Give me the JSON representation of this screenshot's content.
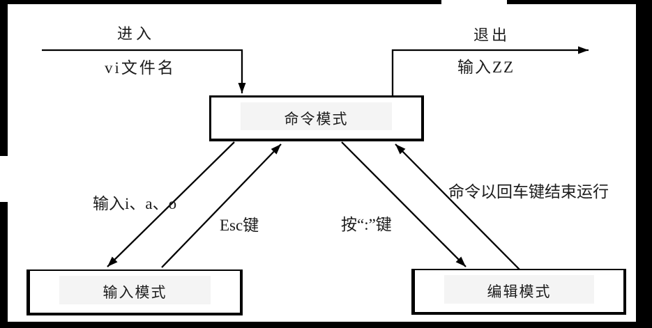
{
  "diagram": {
    "nodes": {
      "command_mode": {
        "label": "命令模式"
      },
      "input_mode": {
        "label": "输入模式"
      },
      "edit_mode": {
        "label": "编辑模式"
      }
    },
    "edges": {
      "enter": {
        "label": "进入",
        "sublabel": "vi文件名"
      },
      "exit": {
        "label": "退出",
        "sublabel": "输入ZZ"
      },
      "command_to_input": {
        "label": "输入i、a、o"
      },
      "input_to_command": {
        "label": "Esc键"
      },
      "command_to_edit": {
        "label": "按“:”键"
      },
      "edit_to_command": {
        "label": "命令以回车键结束运行"
      }
    },
    "colors": {
      "line": "#000000",
      "text": "#1c1c1c",
      "box-border": "#000000",
      "canvas": "#ffffff",
      "frame": "#000000"
    }
  }
}
